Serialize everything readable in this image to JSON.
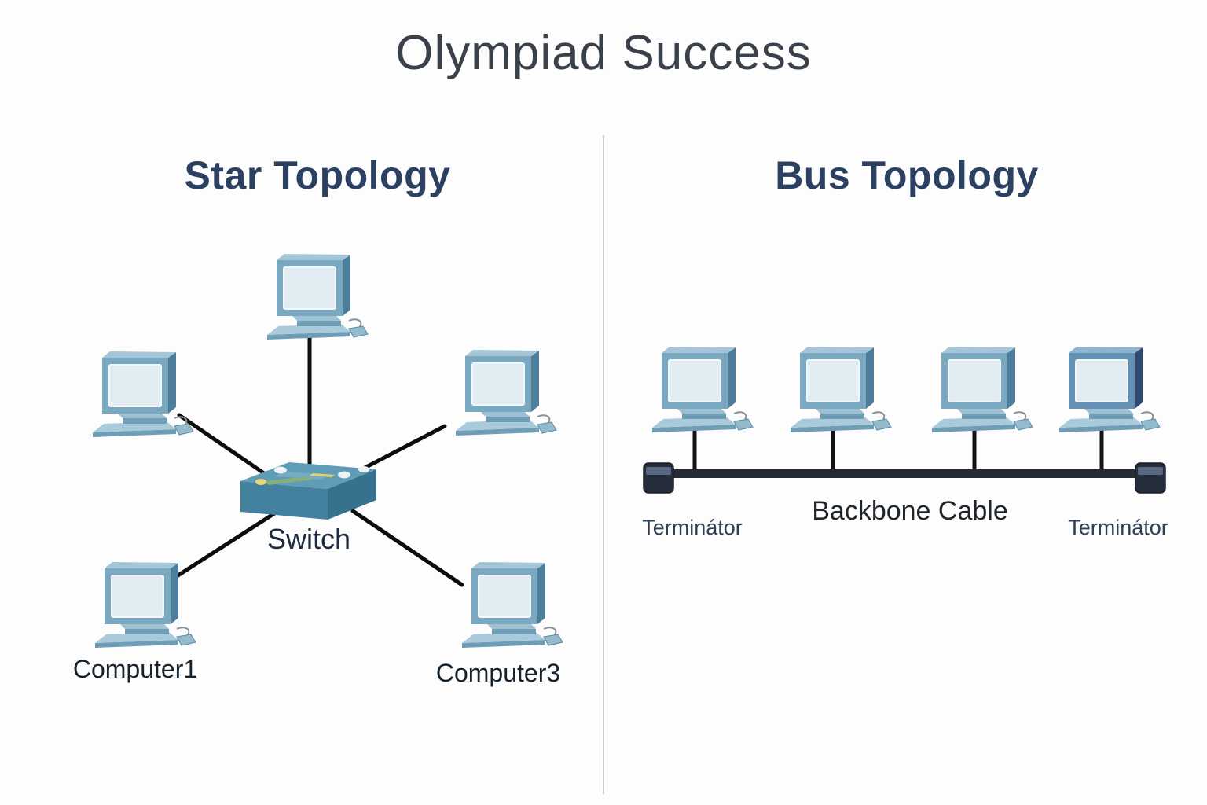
{
  "title": "Olympiad Success",
  "star_panel": {
    "heading": "Star Topology",
    "switch_label": "Switch",
    "computer1_label": "Computer1",
    "computer3_label": "Computer3",
    "computer_count": 5
  },
  "bus_panel": {
    "heading": "Bus Topology",
    "backbone_label": "Backbone Cable",
    "terminator_left_label": "Terminátor",
    "terminator_right_label": "Terminátor",
    "computer_count": 4
  },
  "icons": {
    "computer": "computer-icon",
    "switch": "switch-icon",
    "terminator": "terminator-icon"
  },
  "colors": {
    "title_text": "#3a414a",
    "heading_text": "#2c4161",
    "node_label_text": "#16222d",
    "terminator_label_text": "#2c4157",
    "computer_frame": "#79a8c0",
    "computer_side": "#4d7f9c",
    "computer_screen": "#e2edf3",
    "switch_top": "#5f9cb6",
    "switch_front": "#43829f",
    "switch_side": "#36718e",
    "link_line": "#0c0c0c",
    "backbone_cable": "#262c35",
    "terminator_body": "#262d3a",
    "divider": "#cdcdcd",
    "background": "#fdfdfd"
  }
}
